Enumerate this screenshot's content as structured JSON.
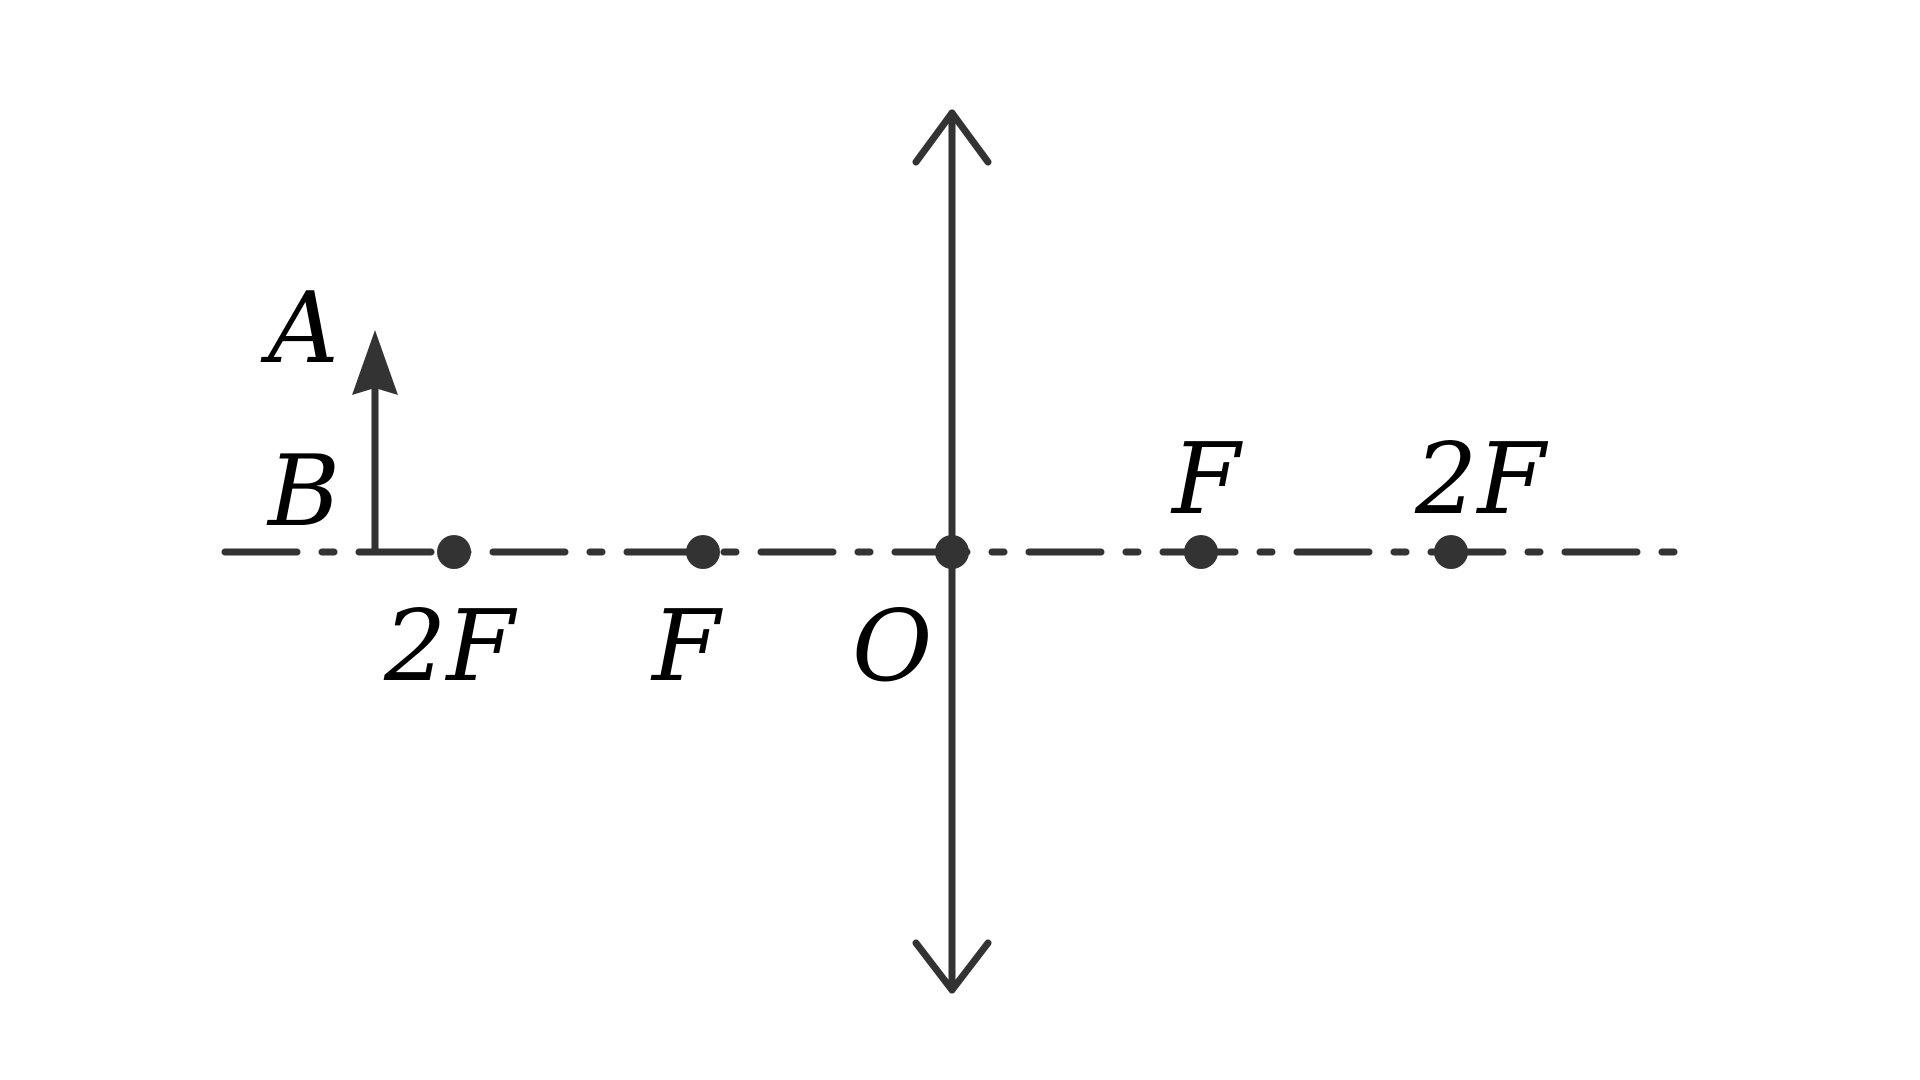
{
  "colors": {
    "background": "#ffffff",
    "stroke": "#333333",
    "text": "#000000"
  },
  "labels": {
    "object_top": "A",
    "object_base": "B",
    "left_2f": "2F",
    "left_f": "F",
    "center": "O",
    "right_f": "F",
    "right_2f": "2F"
  }
}
